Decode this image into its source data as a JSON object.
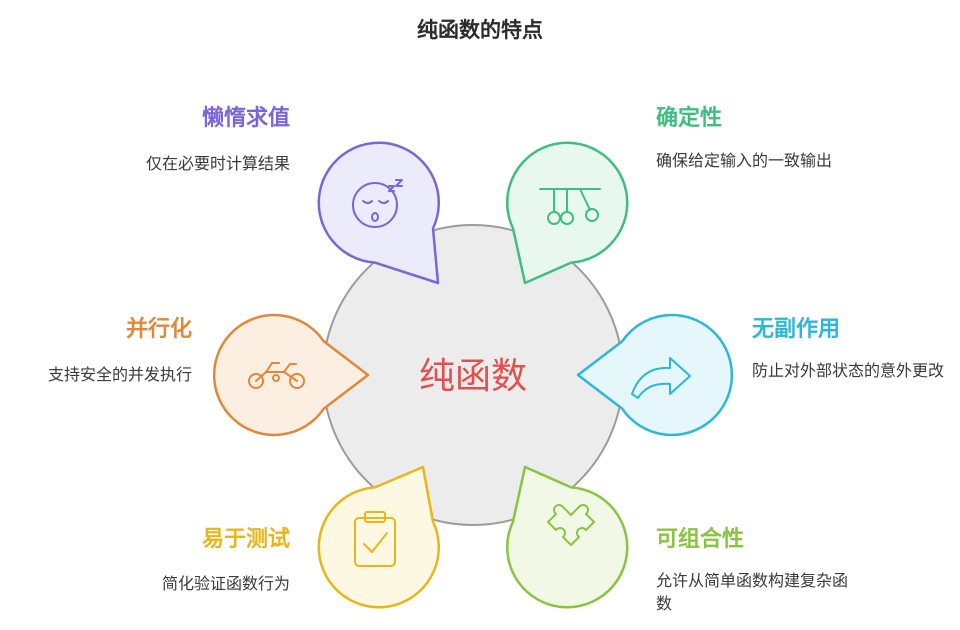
{
  "title": "纯函数的特点",
  "center_label": "纯函数",
  "features": [
    {
      "title": "懒惰求值",
      "desc": "仅在必要时计算结果",
      "color": "#7a66d6",
      "fill": "#ecebfb",
      "icon": "sleeping-face-icon"
    },
    {
      "title": "确定性",
      "desc": "确保给定输入的一致输出",
      "color": "#3fbf7f",
      "fill": "#e9f8ee",
      "icon": "newtons-cradle-icon"
    },
    {
      "title": "无副作用",
      "desc": "防止对外部状态的意外更改",
      "color": "#2bb7d8",
      "fill": "#e6f7fb",
      "icon": "curved-arrow-icon"
    },
    {
      "title": "可组合性",
      "desc": "允许从简单函数构建复杂函数",
      "color": "#8ac43f",
      "fill": "#f1f9e6",
      "icon": "puzzle-piece-icon"
    },
    {
      "title": "易于测试",
      "desc": "简化验证函数行为",
      "color": "#e8b51a",
      "fill": "#fdf8e1",
      "icon": "clipboard-check-icon"
    },
    {
      "title": "并行化",
      "desc": "支持安全的并发执行",
      "color": "#e0883a",
      "fill": "#fcefe2",
      "icon": "motorcycle-icon"
    }
  ]
}
